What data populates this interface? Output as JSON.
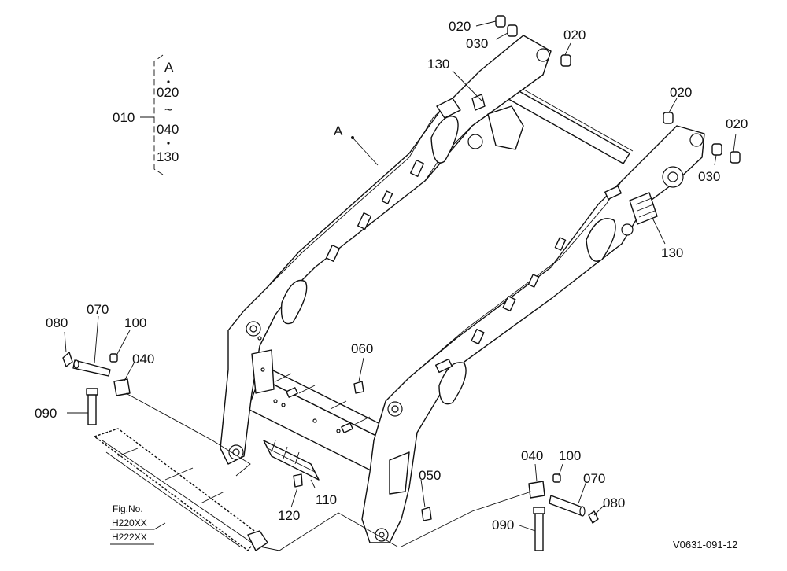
{
  "diagram": {
    "callouts": {
      "c_020_top_a": "020",
      "c_030_top": "030",
      "c_020_top_b": "020",
      "c_130_left": "130",
      "c_A_main": "A",
      "c_020_right_a": "020",
      "c_020_right_b": "020",
      "c_030_right": "030",
      "c_130_right": "130",
      "c_080_left": "080",
      "c_070_left": "070",
      "c_100_left": "100",
      "c_040_left": "040",
      "c_090_left": "090",
      "c_060": "060",
      "c_050": "050",
      "c_110": "110",
      "c_120": "120",
      "c_040_right": "040",
      "c_100_right": "100",
      "c_070_right": "070",
      "c_080_right": "080",
      "c_090_right": "090"
    },
    "assembly_key": {
      "parent": "010",
      "line1": "A",
      "line2": "020",
      "line3": "~",
      "line4": "040",
      "line5": "130"
    },
    "fig_ref": {
      "title": "Fig.No.",
      "ref1": "H220XX",
      "ref2": "H222XX"
    },
    "drawing_code": "V0631-091-12"
  }
}
